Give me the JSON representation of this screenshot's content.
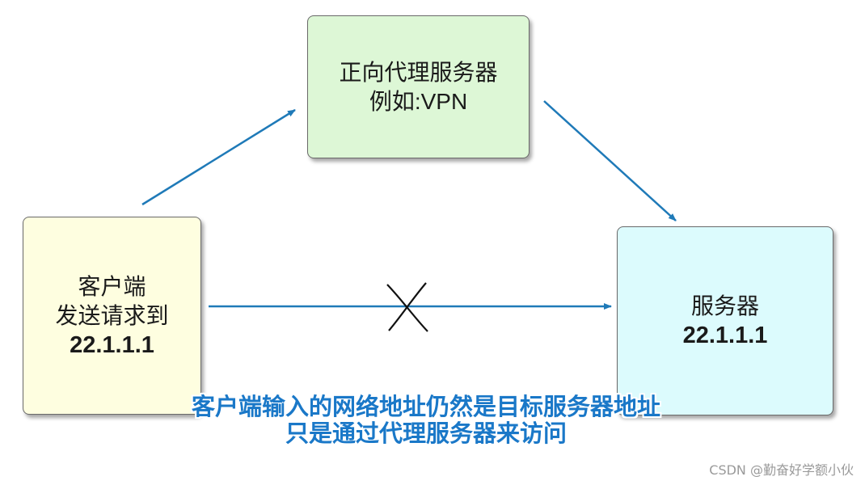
{
  "nodes": {
    "proxy": {
      "line1": "正向代理服务器",
      "line2": "例如:VPN"
    },
    "client": {
      "line1": "客户端",
      "line2": "发送请求到",
      "line3": "22.1.1.1"
    },
    "server": {
      "line1": "服务器",
      "line2": "22.1.1.1"
    }
  },
  "caption": {
    "line1": "客户端输入的网络地址仍然是目标服务器地址",
    "line2": "只是通过代理服务器来访问"
  },
  "watermark": "CSDN @勤奋好学额小伙",
  "colors": {
    "arrow": "#1f7ab8",
    "proxy_fill": "#ddf7d6",
    "client_fill": "#fefee0",
    "server_fill": "#dcfbfd",
    "caption": "#1a78c8"
  },
  "edges": [
    {
      "from": "client",
      "to": "proxy",
      "blocked": false
    },
    {
      "from": "proxy",
      "to": "server",
      "blocked": false
    },
    {
      "from": "client",
      "to": "server",
      "blocked": true
    }
  ]
}
